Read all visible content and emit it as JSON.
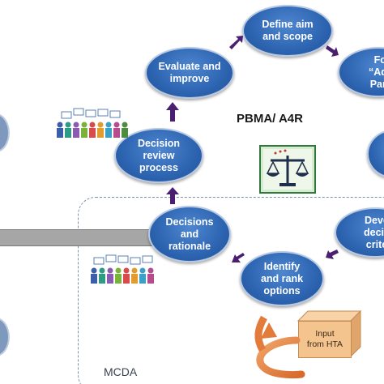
{
  "diagram": {
    "title": "PBMA/ A4R",
    "nodes": {
      "define_aim": "Define aim\nand scope",
      "evaluate_improve": "Evaluate and\nimprove",
      "advisory_panel": "For\n“Advi\nPane",
      "decision_review": "Decision\nreview\nprocess",
      "decisions_rationale": "Decisions\nand\nrationale",
      "identify_rank": "Identify\nand rank\noptions",
      "develop_criteria": "Deve\ndecis\ncrite"
    },
    "mcda_label": "MCDA",
    "input_box": "Input\nfrom HTA",
    "colors": {
      "node_fill": "#2f67b4",
      "arrow": "#4b1f6f",
      "input_box": "#f4c48f",
      "curved_arrow": "#e37b3a",
      "gray_bar": "#a6a6a6"
    },
    "icons": [
      "people-speech-bubbles-icon",
      "scales-of-justice-icon",
      "people-speech-bubbles-icon"
    ]
  }
}
